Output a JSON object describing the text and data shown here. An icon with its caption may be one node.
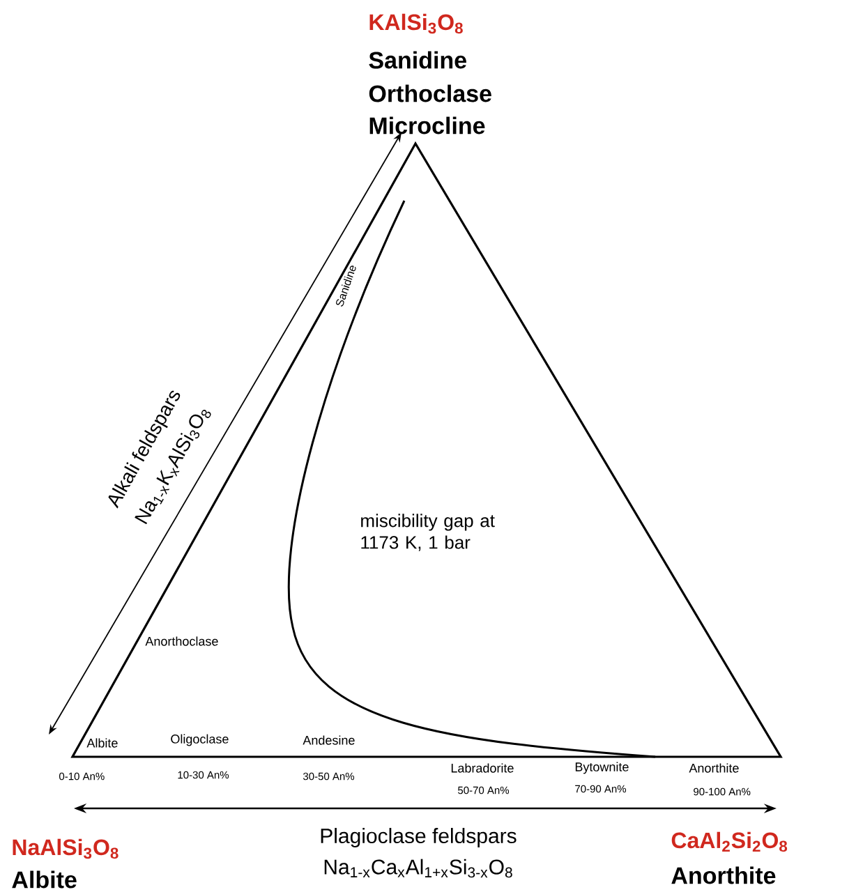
{
  "diagram": {
    "labels": [
      "KAlSi$_{3}$O$_{8}$",
      "Sanidine",
      "Orthoclase",
      "Microcline",
      "Alkali feldspars",
      "Na$_{1-x}$K$_{x}$AlSi$_{3}$O$_{8}$",
      "Sanidine",
      "miscibility gap at 1173 K, 1 bar",
      "Anorthoclase",
      "Albite",
      "Oligoclase",
      "Andesine",
      "0-10 An%",
      "10-30 An%",
      "30-50 An%",
      "Labradorite",
      "Bytownite",
      "Anorthite",
      "50-70 An%",
      "70-90 An%",
      "90-100 An%",
      "Plagioclase feldspars",
      "Na$_{1-x}$Ca$_{x}$Al$_{1+x}$Si$_{3-x}$O$_{8}$",
      "NaAlSi$_{3}$O$_{8}$",
      "Albite",
      "CaAl$_{2}$Si$_{2}$O$_{8}$",
      "Anorthite"
    ]
  }
}
